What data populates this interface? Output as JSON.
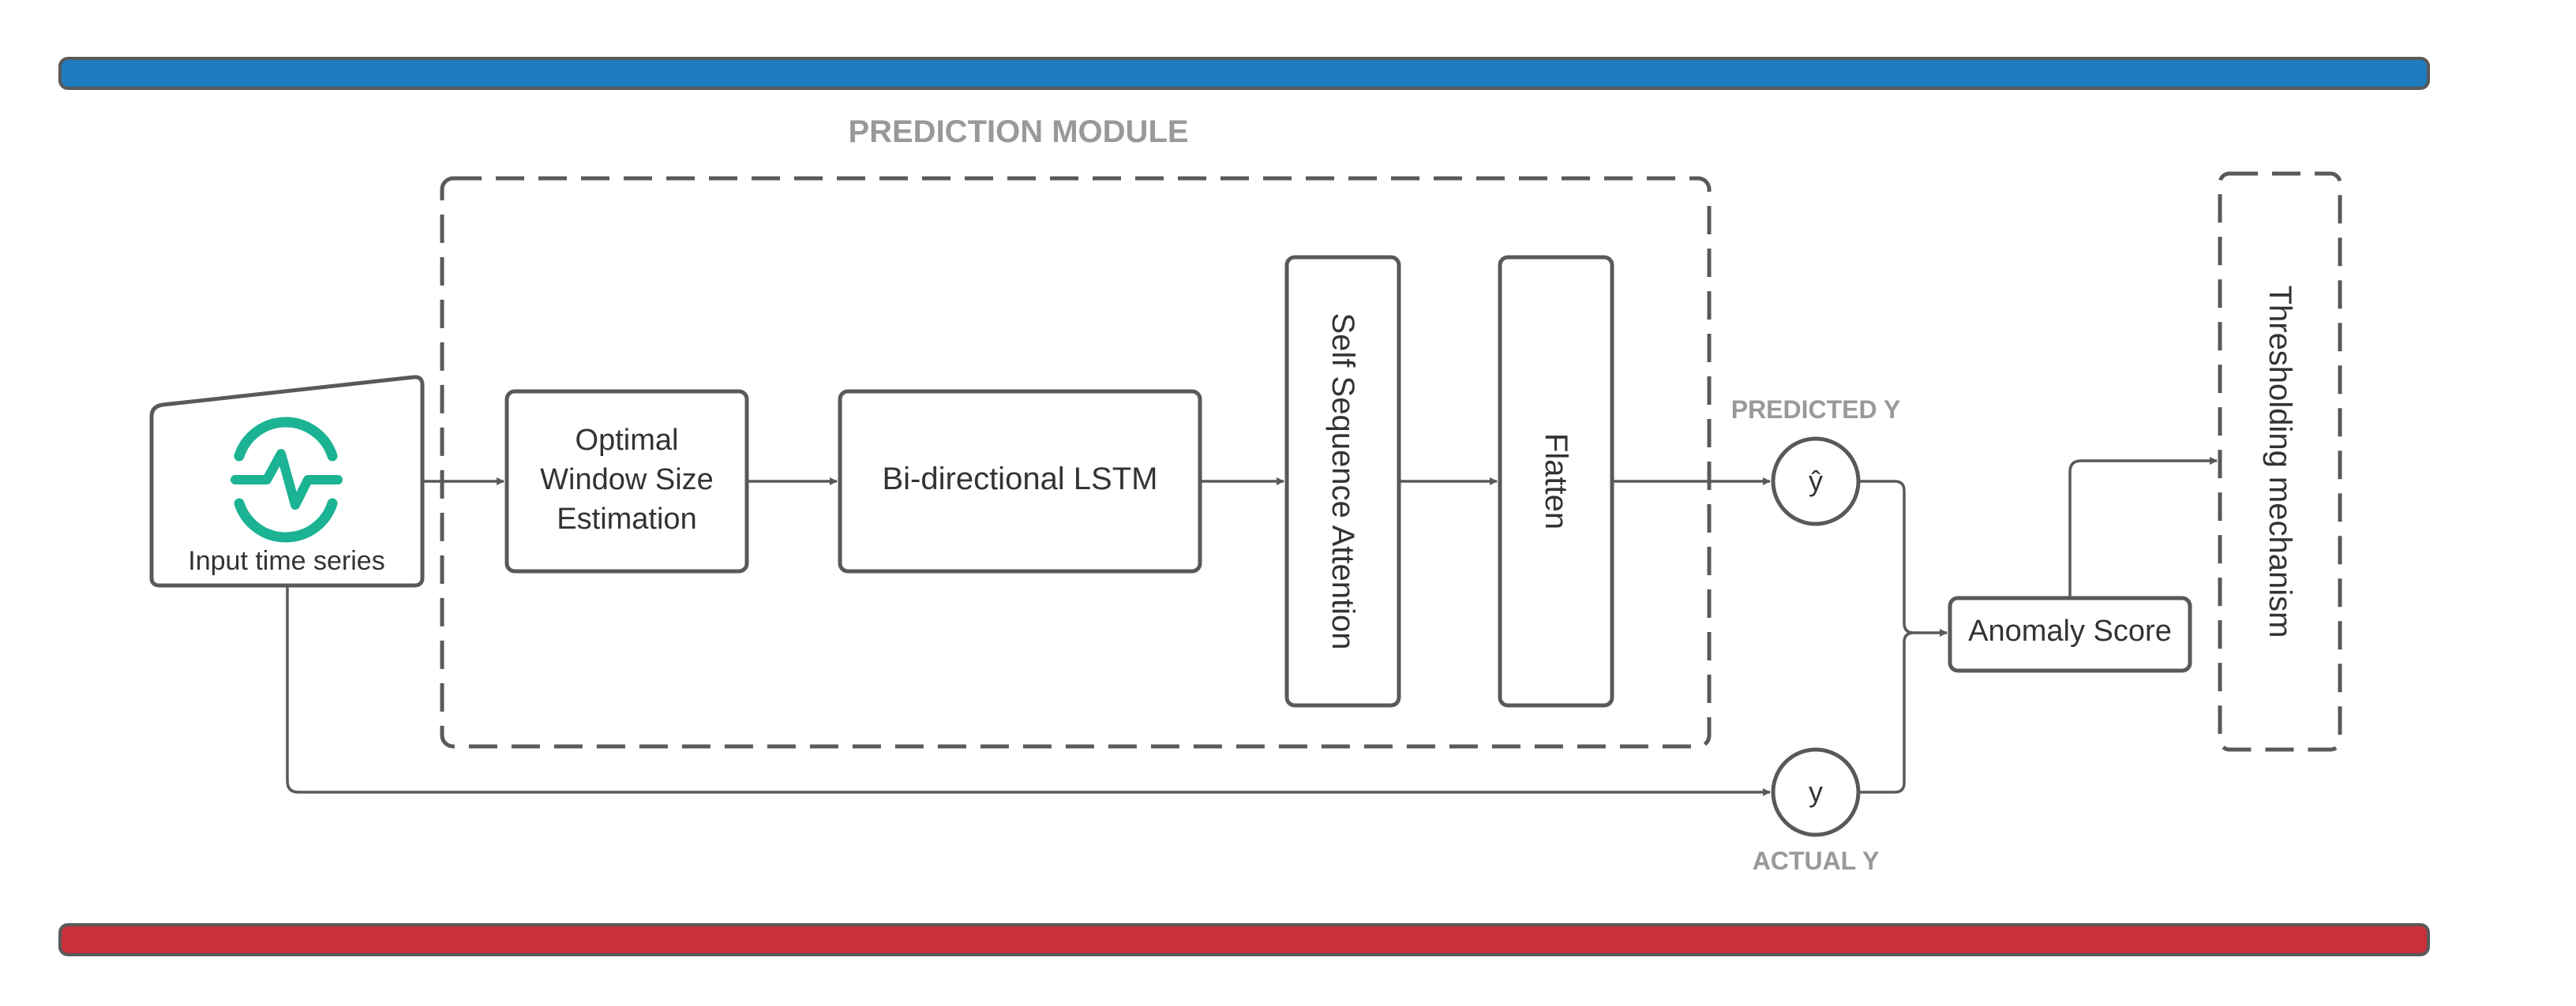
{
  "colors": {
    "top_bar": "#1e7bbd",
    "bottom_bar": "#c9303a",
    "icon": "#1bb394",
    "stroke": "#595959"
  },
  "icon": "heartbeat-pulse-icon",
  "module_title": "PREDICTION MODULE",
  "nodes": {
    "input": "Input time series",
    "window_line1": "Optimal",
    "window_line2": "Window Size",
    "window_line3": "Estimation",
    "lstm": "Bi-directional LSTM",
    "attention": "Self Sequence Attention",
    "flatten": "Flatten",
    "y_hat": "ŷ",
    "y": "y",
    "anomaly": "Anomaly Score",
    "threshold": "Thresholding mechanism"
  },
  "captions": {
    "predicted": "PREDICTED Y",
    "actual": "ACTUAL Y"
  }
}
